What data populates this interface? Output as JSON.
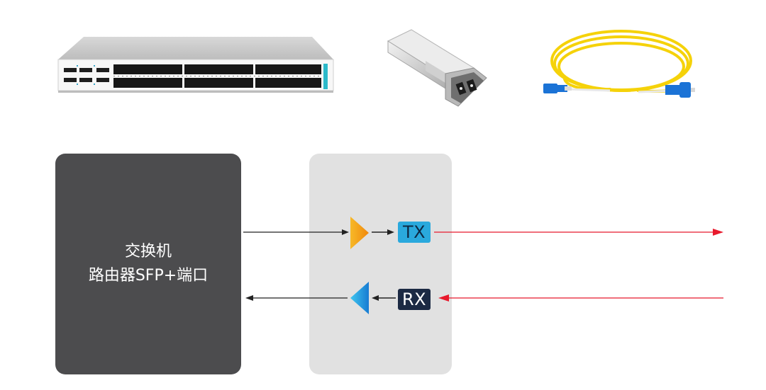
{
  "device": {
    "line1": "交换机",
    "line2": "路由器SFP+端口"
  },
  "module": {
    "tx_label": "TX",
    "rx_label": "RX"
  },
  "colors": {
    "device_box": "#4c4c4e",
    "module_box": "#e1e1e1",
    "tx_chip": "#2aa9dd",
    "rx_chip": "#1c2a44",
    "laser_driver": "#f5a623",
    "receiver": "#2a9fe0",
    "fiber_signal": "#e8192c",
    "electrical_signal": "#222222",
    "fiber_cable": "#f5d20a",
    "connector": "#1b73d6"
  },
  "icons": [
    "switch-icon",
    "sfp-transceiver-icon",
    "fiber-patch-cable-icon"
  ]
}
